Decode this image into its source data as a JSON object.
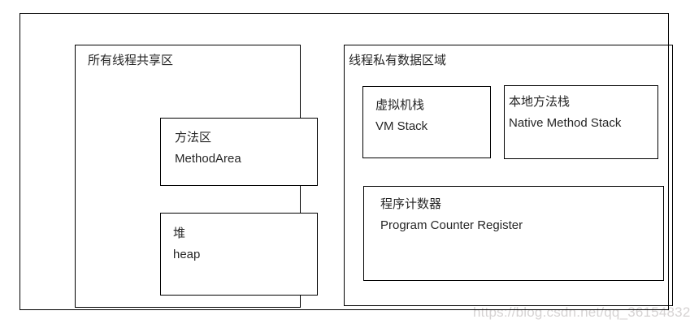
{
  "diagram": {
    "shared": {
      "title": "所有线程共享区",
      "method_area": {
        "cn": "方法区",
        "en": "MethodArea"
      },
      "heap": {
        "cn": "堆",
        "en": "heap"
      }
    },
    "private": {
      "title": "线程私有数据区域",
      "vm_stack": {
        "cn": "虚拟机栈",
        "en": "VM Stack"
      },
      "native_method_stack": {
        "cn": "本地方法栈",
        "en": "Native Method Stack"
      },
      "program_counter": {
        "cn": "程序计数器",
        "en": "Program Counter Register"
      }
    },
    "watermark": "https://blog.csdn.net/qq_36154832",
    "colors": {
      "border": "#000000",
      "text": "#262626",
      "watermark": "#d6d3d3",
      "background": "#ffffff"
    }
  }
}
